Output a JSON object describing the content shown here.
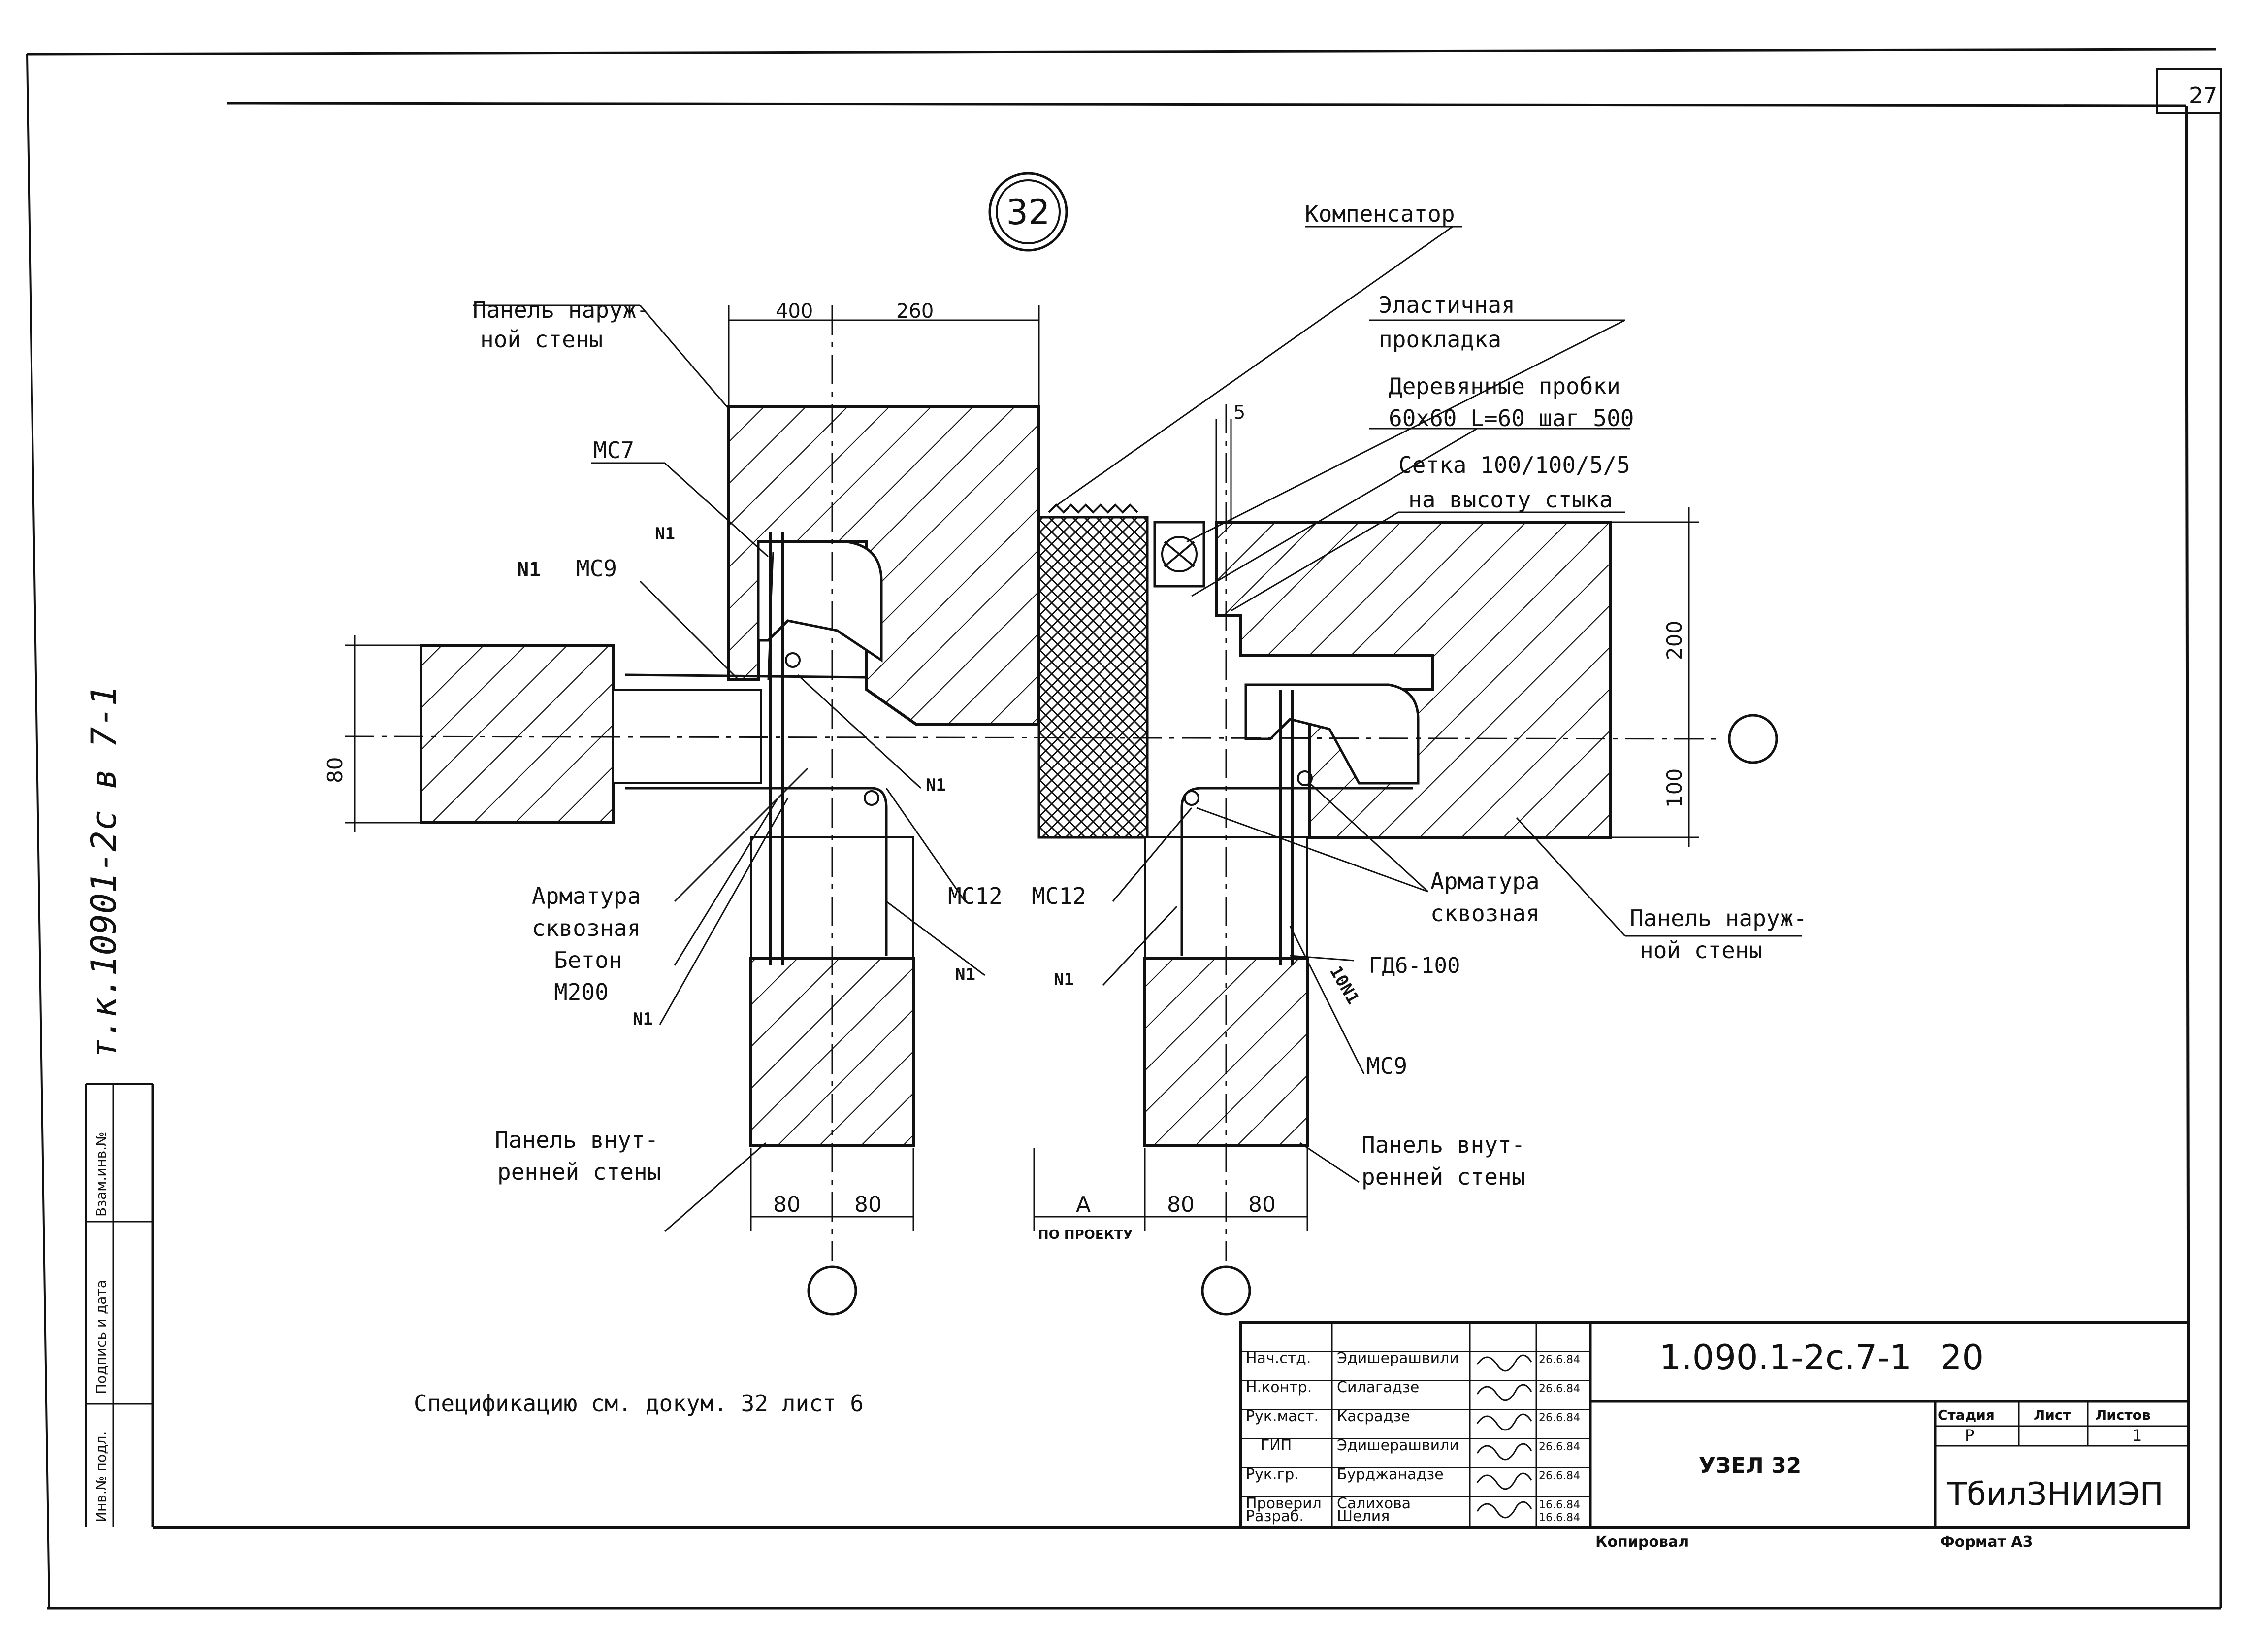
{
  "sheet": {
    "number": "27",
    "node_number": "32",
    "side_code": "т.к.10901-2с в 7-1",
    "spec_note": "Спецификацию см. докум. 32 лист 6"
  },
  "labels": {
    "compensator": "Компенсатор",
    "outer_panel_left_1": "Панель наруж-",
    "outer_panel_left_2": "ной стены",
    "elastic_1": "Эластичная",
    "elastic_2": "прокладка",
    "wood_1": "Деревянные пробки",
    "wood_2": "60x60 L=60 шаг 500",
    "mesh_1": "Сетка 100/100/5/5",
    "mesh_2": "на высоту стыка",
    "mc7": "МС7",
    "mc9_left": "МС9",
    "n1_a": "N1",
    "n1_b": "N1",
    "n1_c": "N1",
    "n1_d": "N1",
    "n1_e": "N1",
    "n1_f": "N1",
    "rebar_left_1": "Арматура",
    "rebar_left_2": "сквозная",
    "concrete_1": "Бетон",
    "concrete_2": "М200",
    "mc12_left": "МС12",
    "mc12_right": "МС12",
    "rebar_right_1": "Арматура",
    "rebar_right_2": "сквозная",
    "outer_panel_right_1": "Панель наруж-",
    "outer_panel_right_2": "ной стены",
    "ten_n1": "10N1",
    "gd6": "ГД6-100",
    "mc9_right": "МС9",
    "inner_left_1": "Панель внут-",
    "inner_left_2": "ренней стены",
    "inner_right_1": "Панель внут-",
    "inner_right_2": "ренней стены"
  },
  "dims": {
    "d400": "400",
    "d260": "260",
    "d5": "5",
    "d200": "200",
    "d100": "100",
    "d80_left": "80",
    "b80_1": "80",
    "b80_2": "80",
    "A": "A",
    "po_proektu": "ПО ПРОЕКТУ",
    "b80_3": "80",
    "b80_4": "80"
  },
  "title_block": {
    "rows": [
      {
        "role": "Нач.стд.",
        "name": "Эдишерашвили",
        "date": "26.6.84"
      },
      {
        "role": "Н.контр.",
        "name": "Силагадзе",
        "date": "26.6.84"
      },
      {
        "role": "Рук.маст.",
        "name": "Касрадзе",
        "date": "26.6.84"
      },
      {
        "role": "ГИП",
        "name": "Эдишерашвили",
        "date": "26.6.84"
      },
      {
        "role": "Рук.гр.",
        "name": "Бурджанадзе",
        "date": "26.6.84"
      },
      {
        "role": "Проверил",
        "name": "Салихова",
        "date": "16.6.84"
      },
      {
        "role": "Разраб.",
        "name": "Шелия",
        "date": "16.6.84"
      }
    ],
    "code": "1.090.1-2с.7-1",
    "code_num": "20",
    "title": "УЗЕЛ 32",
    "stage_label": "Стадия",
    "sheet_label": "Лист",
    "sheets_label": "Листов",
    "stage": "Р",
    "sheet": "",
    "sheets": "1",
    "org": "ТбилЗНИИЭП",
    "copied": "Копировал",
    "format": "Формат А3"
  },
  "side_stamp": {
    "inv_no": "Инв.№ подл.",
    "sign_date": "Подпись и дата",
    "replace_inv": "Взам.инв.№"
  }
}
